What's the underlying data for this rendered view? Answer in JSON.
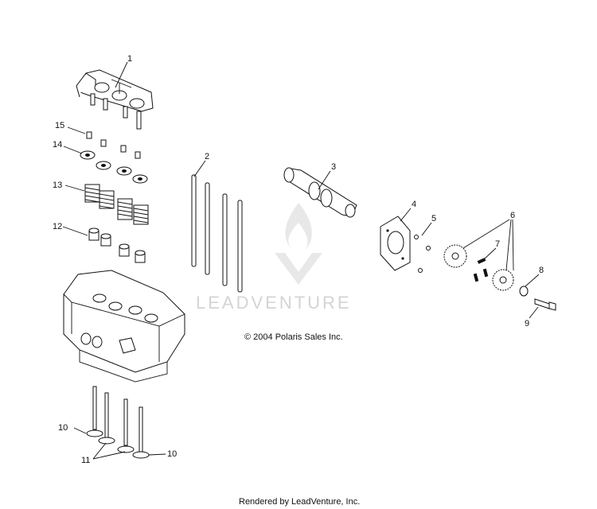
{
  "diagram": {
    "callouts": [
      "1",
      "2",
      "3",
      "4",
      "5",
      "6",
      "7",
      "8",
      "9",
      "10",
      "10",
      "11",
      "12",
      "13",
      "14",
      "15"
    ],
    "copyright": "© 2004 Polaris Sales Inc.",
    "footer": "Rendered by LeadVenture, Inc.",
    "watermark": "LEADVENTURE"
  }
}
